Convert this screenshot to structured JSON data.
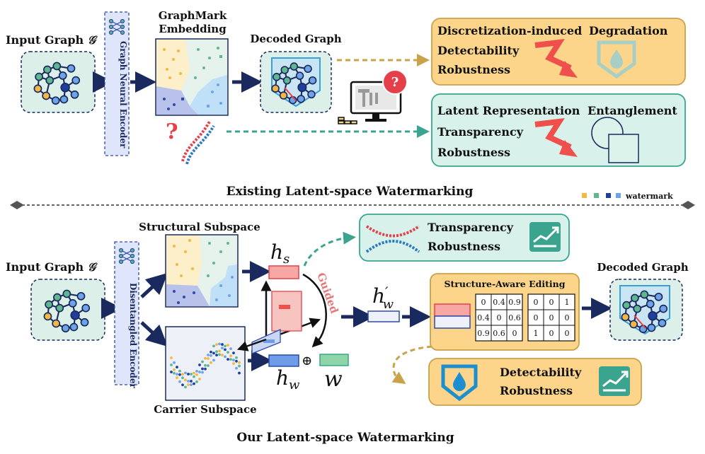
{
  "top": {
    "input_label": "Input Graph",
    "input_symbol": "𝒢",
    "encoder": "Graph Neural Encoder",
    "embedding_title_1": "GraphMark",
    "embedding_title_2": "Embedding",
    "decoded_label": "Decoded Graph",
    "box1": {
      "title_left": "Discretization-induced",
      "title_right": "Degradation",
      "line1": "Detectability",
      "line2": "Robustness"
    },
    "box2": {
      "title_left": "Latent Representation",
      "title_right": "Entanglement",
      "line1": "Transparency",
      "line2": "Robustness"
    },
    "caption": "Existing Latent-space Watermarking",
    "legend": "watermark"
  },
  "bottom": {
    "input_label": "Input Graph",
    "input_symbol": "𝒢",
    "encoder": "Disentangled Encoder",
    "structural_label": "Structural Subspace",
    "carrier_label": "Carrier Subspace",
    "hs": "h",
    "hs_sub": "s",
    "hw": "h",
    "hw_sub": "w",
    "hwp": "h",
    "hwp_sub": "w",
    "hwp_prime": "′",
    "w": "w",
    "plus": "⊕",
    "guided": "Guided",
    "box_top": {
      "line1": "Transparency",
      "line2": "Robustness"
    },
    "editing_title": "Structure-Aware Editing",
    "matrix_a": [
      [
        "0",
        "0.4",
        "0.9"
      ],
      [
        "0.4",
        "0",
        "0.6"
      ],
      [
        "0.9",
        "0.6",
        "0"
      ]
    ],
    "matrix_b": [
      [
        "0",
        "0",
        "1"
      ],
      [
        "0",
        "0",
        "0"
      ],
      [
        "1",
        "0",
        "0"
      ]
    ],
    "box_bottom": {
      "line1": "Detectability",
      "line2": "Robustness"
    },
    "decoded_label": "Decoded Graph",
    "caption": "Our  Latent-space Watermarking"
  },
  "colors": {
    "orange_box": "#fcd58a",
    "teal_box": "#d8f1ea",
    "navy_arrow": "#1b2a5e",
    "red_arrow": "#f0504b",
    "teal_dash": "#3aa48f",
    "gold_dash": "#c9a24a"
  }
}
